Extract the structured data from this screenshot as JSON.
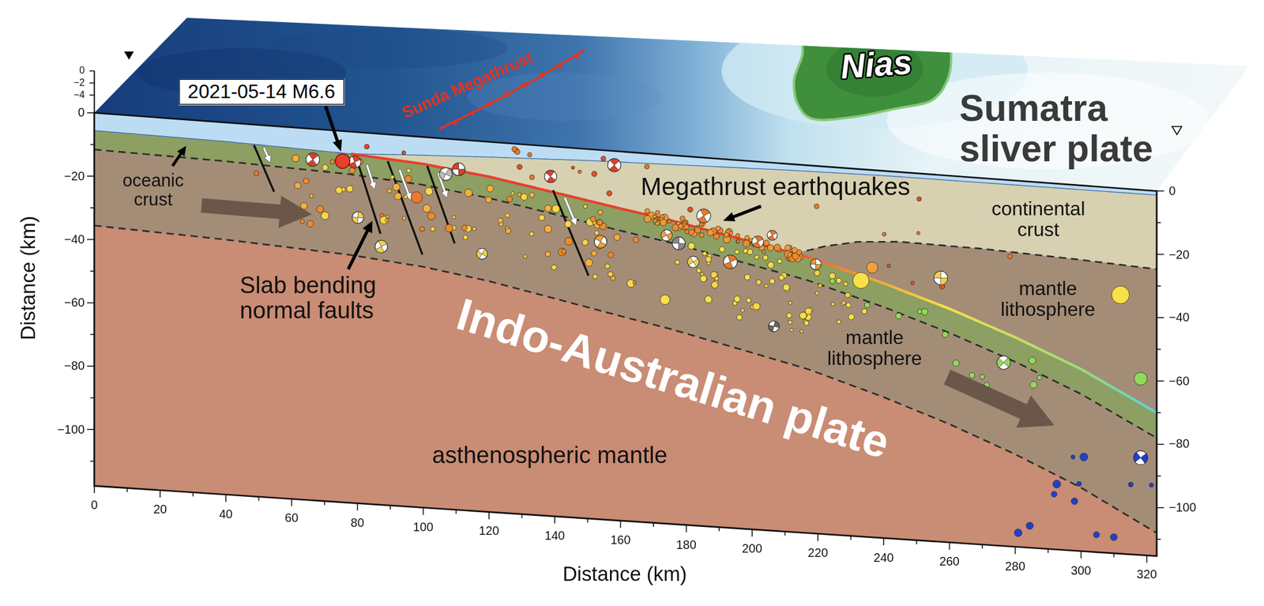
{
  "diagram": {
    "nodes": [
      {
        "text": [
          "2021-05-14 M6.6"
        ]
      }
    ],
    "labels": [
      "Nias",
      "Sunda Megathrust",
      "Sumatra sliver plate",
      "oceanic crust",
      "Megathrust earthquakes",
      "continental crust",
      "Slab bending normal faults",
      "mantle lithosphere",
      "mantle lithosphere",
      "Indo-Australian plate",
      "asthenospheric mantle",
      "Distance (km)",
      "Distance (km)",
      "0",
      "−2",
      "−4",
      "0",
      "−20",
      "−40",
      "−60",
      "−80",
      "−100",
      "0",
      "−20",
      "−40",
      "−60",
      "−80",
      "−100",
      "0",
      "20",
      "40",
      "60",
      "80",
      "100",
      "120",
      "140",
      "160",
      "180",
      "200",
      "220",
      "240",
      "260",
      "280",
      "300",
      "320"
    ]
  }
}
